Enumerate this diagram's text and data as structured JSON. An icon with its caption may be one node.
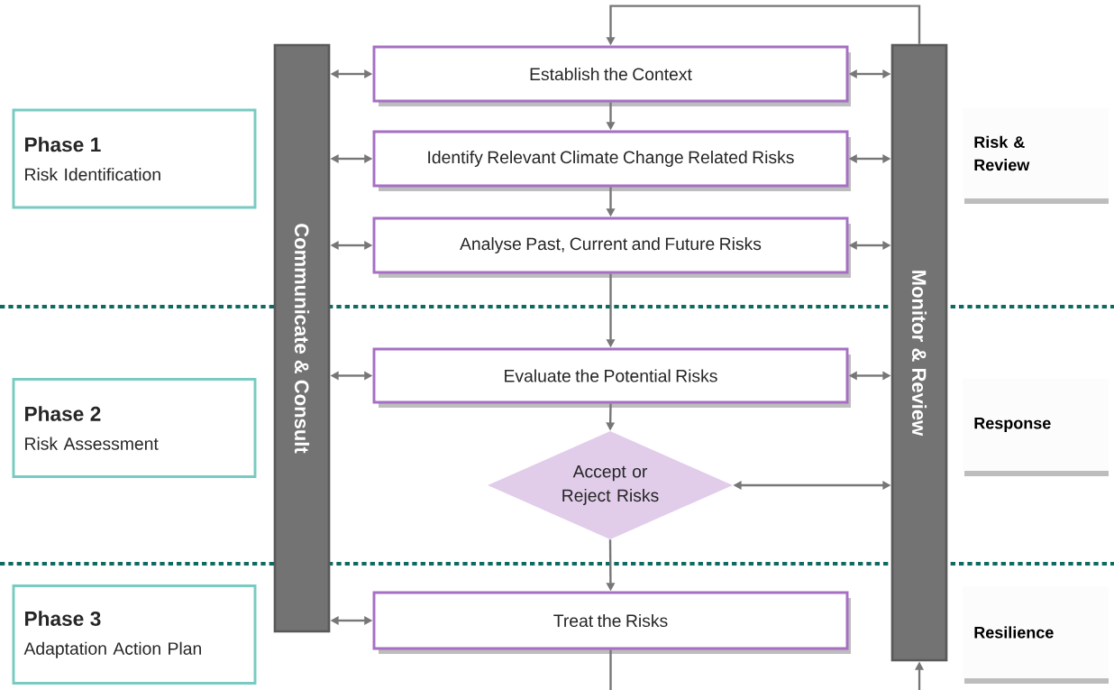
{
  "diagram": {
    "nodes": [
      {
        "text": [
          "Phase 1",
          "Risk Identification"
        ]
      },
      {
        "text": [
          "Phase 2",
          "Risk Assessment"
        ]
      },
      {
        "text": [
          "Phase 3",
          "Adaptation Action Plan"
        ]
      },
      {
        "text": [
          "Communicate & Consult"
        ]
      },
      {
        "text": [
          "Establish the Context"
        ]
      },
      {
        "text": [
          "Identify Relevant Climate Change Related Risks"
        ]
      },
      {
        "text": [
          "Analyse Past, Current and Future Risks"
        ]
      },
      {
        "text": [
          "Evaluate the Potential Risks"
        ]
      },
      {
        "text": [
          "Accept or Reject Risks"
        ]
      },
      {
        "text": [
          "Treat the Risks"
        ]
      },
      {
        "text": [
          "Monitor & Review"
        ]
      },
      {
        "text": [
          "Risk & Review"
        ]
      },
      {
        "text": [
          "Response"
        ]
      },
      {
        "text": [
          "Resilience"
        ]
      }
    ],
    "edges": [
      {
        "from": 3,
        "to": 4,
        "arrow": "both"
      },
      {
        "from": 4,
        "to": 10,
        "arrow": "both"
      },
      {
        "from": 3,
        "to": 5,
        "arrow": "both"
      },
      {
        "from": 5,
        "to": 10,
        "arrow": "both"
      },
      {
        "from": 3,
        "to": 6,
        "arrow": "both"
      },
      {
        "from": 6,
        "to": 10,
        "arrow": "both"
      },
      {
        "from": 3,
        "to": 7,
        "arrow": "both"
      },
      {
        "from": 7,
        "to": 10,
        "arrow": "both"
      },
      {
        "from": 8,
        "to": 10,
        "arrow": "both"
      },
      {
        "from": 3,
        "to": 9,
        "arrow": "both"
      },
      {
        "from": 10,
        "to": 4,
        "arrow": "to"
      },
      {
        "from": 4,
        "to": 5,
        "arrow": "to"
      },
      {
        "from": 5,
        "to": 6,
        "arrow": "to"
      },
      {
        "from": 6,
        "to": 7,
        "arrow": "to"
      },
      {
        "from": 7,
        "to": 8,
        "arrow": "to"
      },
      {
        "from": 8,
        "to": 9,
        "arrow": "to"
      },
      {
        "from": 9,
        "to": null,
        "arrow": "none"
      },
      {
        "from": null,
        "to": 10,
        "arrow": "to"
      }
    ]
  }
}
